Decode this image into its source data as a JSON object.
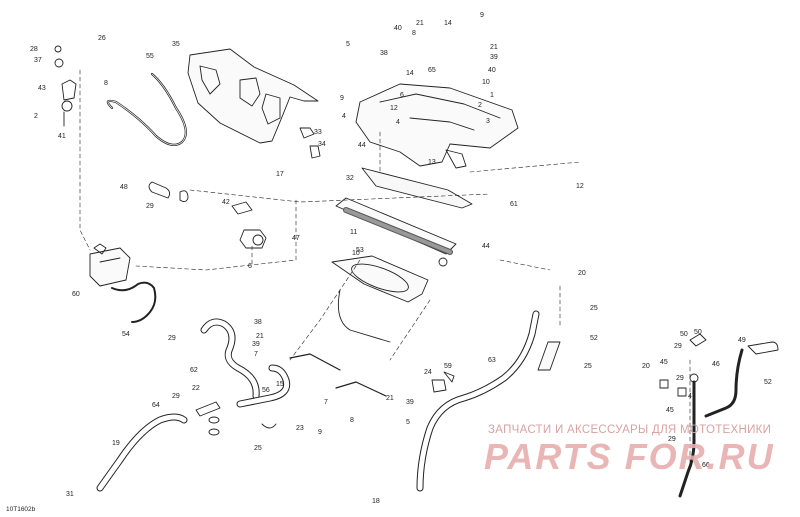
{
  "diagram": {
    "code": "10T1602b",
    "watermark_text": "ЗАПЧАСТИ И АКСЕССУАРЫ ДЛЯ МОТОТЕХНИКИ",
    "watermark_logo": "PARTS FOR.RU",
    "callouts": [
      "28",
      "37",
      "26",
      "55",
      "35",
      "43",
      "8",
      "2",
      "41",
      "33",
      "34",
      "48",
      "29",
      "17",
      "42",
      "47",
      "6",
      "60",
      "54",
      "29",
      "62",
      "38",
      "21",
      "39",
      "7",
      "56",
      "29",
      "22",
      "64",
      "19",
      "31",
      "23",
      "25",
      "9",
      "15",
      "24",
      "59",
      "7",
      "8",
      "21",
      "39",
      "5",
      "9",
      "12",
      "5",
      "4",
      "44",
      "4",
      "32",
      "13",
      "61",
      "11",
      "10",
      "53",
      "44",
      "20",
      "25",
      "52",
      "25",
      "63",
      "18",
      "50",
      "29",
      "45",
      "46",
      "20",
      "29",
      "47",
      "45",
      "49",
      "52",
      "29",
      "66",
      "12",
      "40",
      "38",
      "21",
      "14",
      "6",
      "14",
      "8",
      "9",
      "21",
      "39",
      "40",
      "65",
      "10",
      "1",
      "2",
      "3",
      "50"
    ]
  }
}
